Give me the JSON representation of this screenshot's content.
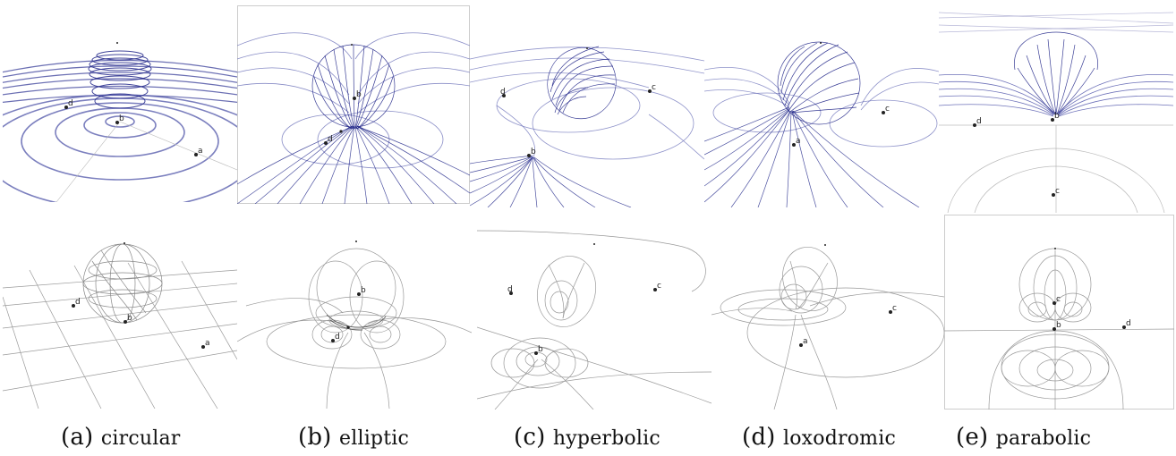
{
  "captions": [
    {
      "tag": "(a)",
      "name": "circular"
    },
    {
      "tag": "(b)",
      "name": "elliptic"
    },
    {
      "tag": "(c)",
      "name": "hyperbolic"
    },
    {
      "tag": "(d)",
      "name": "loxodromic"
    },
    {
      "tag": "(e)",
      "name": "parabolic"
    }
  ],
  "point_labels": {
    "a": "a",
    "b": "b",
    "c": "c",
    "d": "d"
  },
  "colors": {
    "flow_lines": "#3a3f9a",
    "grid_lines": "#9a9a9a",
    "background": "#ffffff",
    "text": "#111111"
  }
}
